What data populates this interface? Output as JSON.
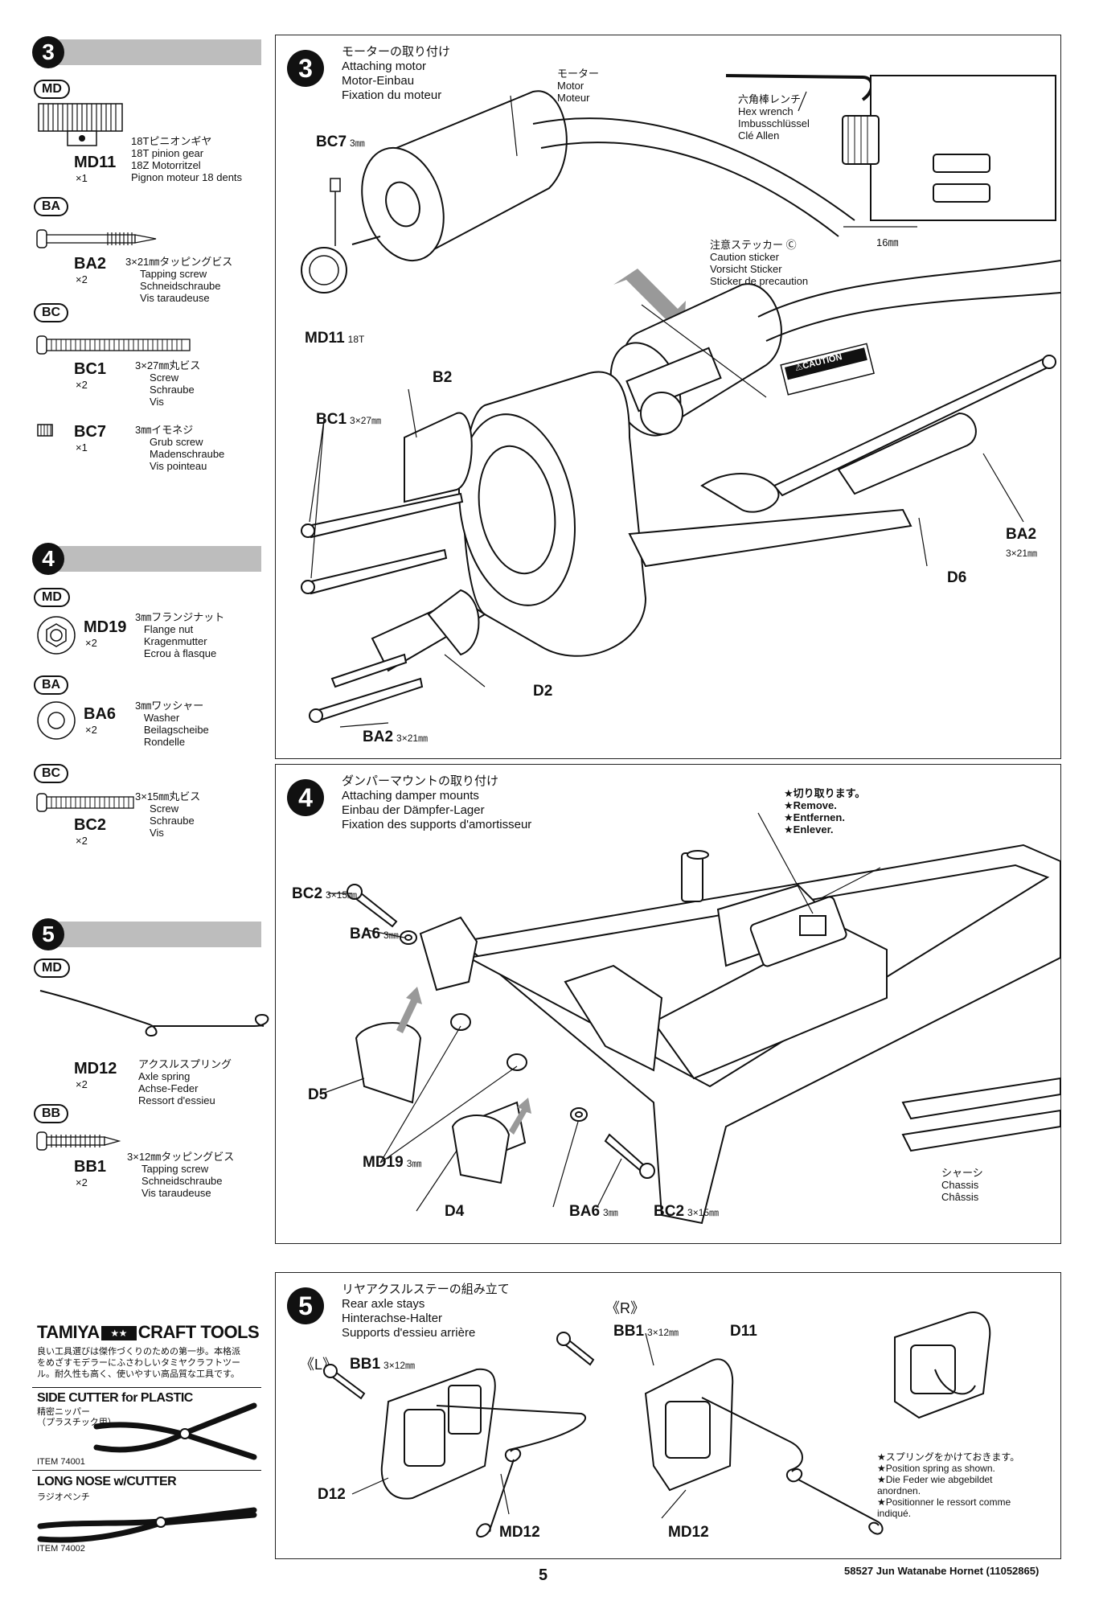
{
  "sidebar": {
    "step3": {
      "num": "3",
      "parts": [
        {
          "bag": "MD",
          "id": "MD11",
          "qty": "×1",
          "desc": "18Tピニオンギヤ\n18T pinion gear\n18Z Motorritzel\nPignon moteur 18 dents"
        },
        {
          "bag": "BA",
          "id": "BA2",
          "qty": "×2",
          "desc": "3×21㎜タッピングビス\n     Tapping screw\n     Schneidschraube\n     Vis taraudeuse"
        },
        {
          "bag": "BC",
          "id": "BC1",
          "qty": "×2",
          "desc": "3×27㎜丸ビス\n     Screw\n     Schraube\n     Vis"
        },
        {
          "bag": "",
          "id": "BC7",
          "qty": "×1",
          "desc": "3㎜イモネジ\n     Grub screw\n     Madenschraube\n     Vis pointeau"
        }
      ]
    },
    "step4": {
      "num": "4",
      "parts": [
        {
          "bag": "MD",
          "id": "MD19",
          "qty": "×2",
          "desc": "3㎜フランジナット\n   Flange nut\n   Kragenmutter\n   Ecrou à flasque"
        },
        {
          "bag": "BA",
          "id": "BA6",
          "qty": "×2",
          "desc": "3㎜ワッシャー\n   Washer\n   Beilagscheibe\n   Rondelle"
        },
        {
          "bag": "BC",
          "id": "BC2",
          "qty": "×2",
          "desc": "3×15㎜丸ビス\n     Screw\n     Schraube\n     Vis"
        }
      ]
    },
    "step5": {
      "num": "5",
      "parts": [
        {
          "bag": "MD",
          "id": "MD12",
          "qty": "×2",
          "desc": "アクスルスプリング\nAxle spring\nAchse-Feder\nRessort d'essieu"
        },
        {
          "bag": "BB",
          "id": "BB1",
          "qty": "×2",
          "desc": "3×12㎜タッピングビス\n     Tapping screw\n     Schneidschraube\n     Vis taraudeuse"
        }
      ]
    }
  },
  "ad": {
    "brand_left": "TAMIYA",
    "brand_right": "CRAFT TOOLS",
    "intro": "良い工具選びは傑作づくりのための第一歩。本格派\nをめざすモデラーにふさわしいタミヤクラフトツー\nル。耐久性も高く、使いやすい高品質な工具です。",
    "tool1_name": "SIDE CUTTER for PLASTIC",
    "tool1_jp": "精密ニッパー\n（プラスチック用）",
    "tool1_item": "ITEM 74001",
    "tool2_name": "LONG NOSE w/CUTTER",
    "tool2_jp": "ラジオペンチ",
    "tool2_item": "ITEM 74002"
  },
  "panel3": {
    "num": "3",
    "title": "モーターの取り付け\nAttaching motor\nMotor-Einbau\nFixation du moteur",
    "motor_label": "モーター\nMotor\nMoteur",
    "hex_label": "六角棒レンチ\nHex wrench\nImbusschlüssel\nClé Allen",
    "dim_16": "16㎜",
    "sticker_label": "注意ステッカー Ⓒ\nCaution sticker\nVorsicht Sticker\nSticker de precaution",
    "caution_text": "⚠CAUTION",
    "bc7": "BC7",
    "bc7_size": "3㎜",
    "md11": "MD11",
    "md11_size": "18T",
    "b2": "B2",
    "bc1": "BC1",
    "bc1_size": "3×27㎜",
    "ba2a": "BA2",
    "ba2a_size": "3×21㎜",
    "d6": "D6",
    "d2": "D2",
    "ba2b": "BA2",
    "ba2b_size": "3×21㎜"
  },
  "panel4": {
    "num": "4",
    "title": "ダンパーマウントの取り付け\nAttaching damper mounts\nEinbau der Dämpfer-Lager\nFixation des supports d'amortisseur",
    "remove_note": "★切り取ります。\n★Remove.\n★Entfernen.\n★Enlever.",
    "bc2a": "BC2",
    "bc2a_size": "3×15㎜",
    "ba6a": "BA6",
    "ba6a_size": "3㎜",
    "d5": "D5",
    "md19": "MD19",
    "md19_size": "3㎜",
    "d4": "D4",
    "ba6b": "BA6",
    "ba6b_size": "3㎜",
    "bc2b": "BC2",
    "bc2b_size": "3×15㎜",
    "chassis": "シャーシ\nChassis\nChâssis"
  },
  "panel5": {
    "num": "5",
    "title": "リヤアクスルステーの組み立て\nRear axle stays\nHinterachse-Halter\nSupports d'essieu arrière",
    "left_mark": "《L》",
    "right_mark": "《R》",
    "bb1a": "BB1",
    "bb1a_size": "3×12㎜",
    "bb1b": "BB1",
    "bb1b_size": "3×12㎜",
    "d11": "D11",
    "d12": "D12",
    "md12a": "MD12",
    "md12b": "MD12",
    "spring_note": "★スプリングをかけておきます。\n★Position spring as shown.\n★Die Feder wie abgebildet\nanordnen.\n★Positionner le ressort comme\nindiqué."
  },
  "footer": {
    "page": "5",
    "catalog": "58527  Jun Watanabe Hornet (11052865)"
  }
}
